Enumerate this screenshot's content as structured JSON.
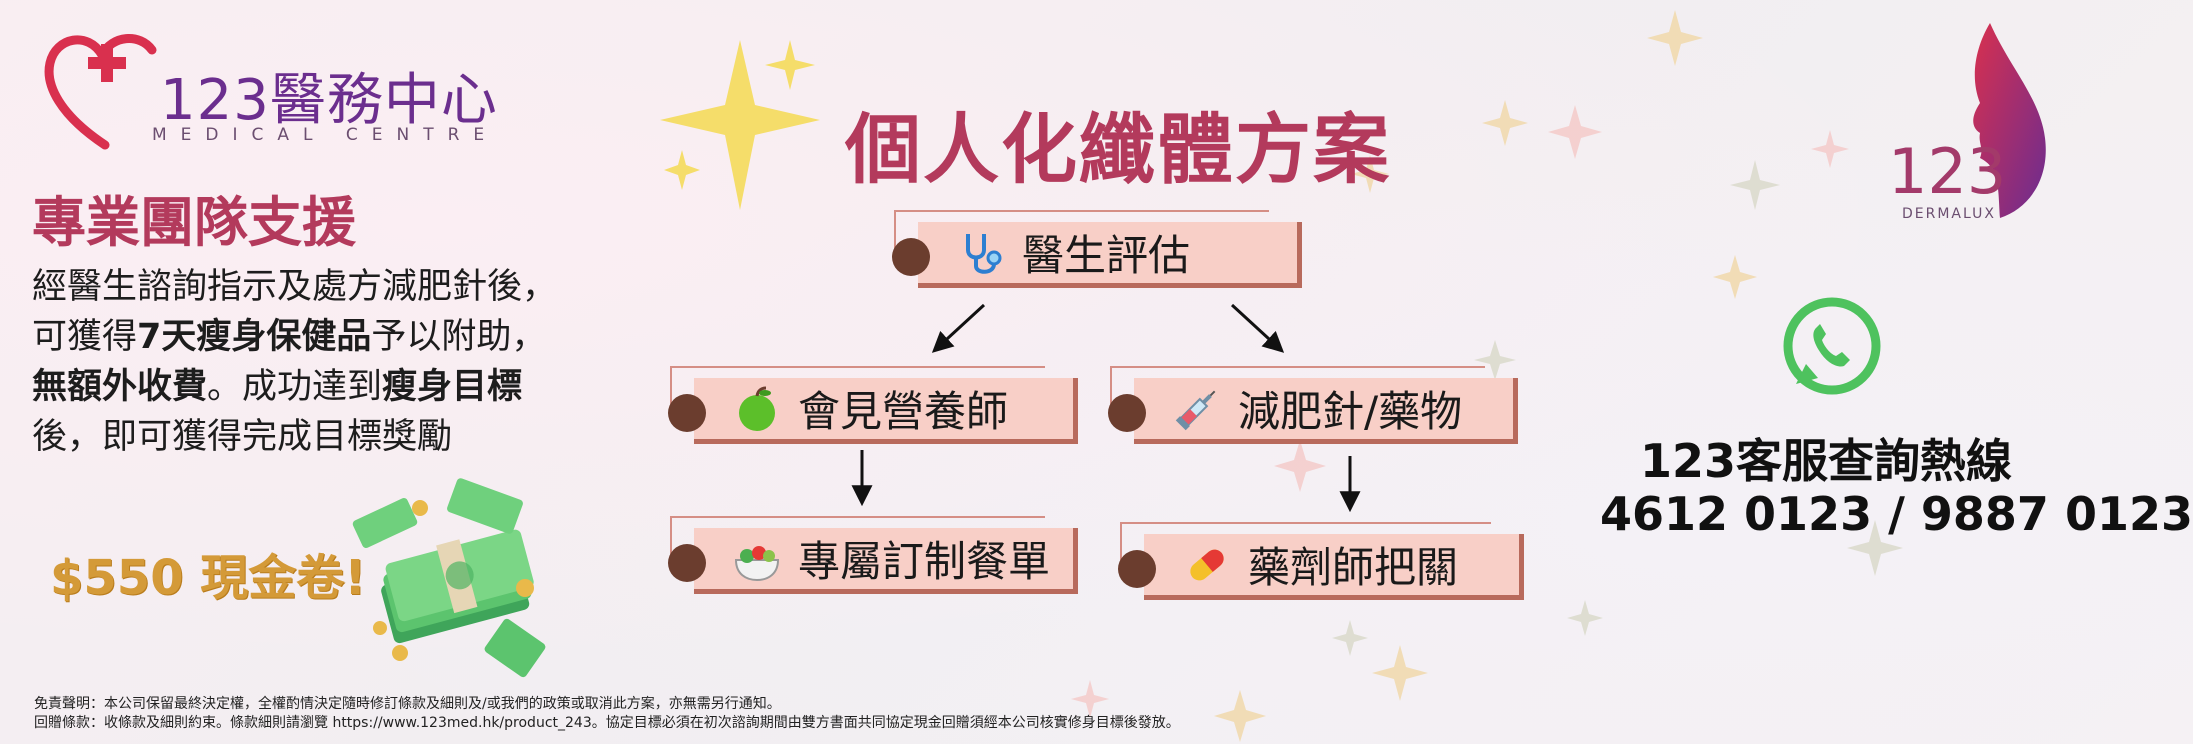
{
  "brand": {
    "name": "123醫務中心",
    "sub": "MEDICAL CENTRE",
    "right_logo_num": "123",
    "right_logo_sub": "DERMALUX"
  },
  "left": {
    "team_title": "專業團隊支援",
    "desc_line1": "經醫生諮詢指示及處方減肥針後，",
    "desc_line2_a": "可獲得",
    "desc_line2_b": "7天瘦身保健品",
    "desc_line2_c": "予以附助，",
    "desc_line3_a": "無額外收費",
    "desc_line3_b": "。成功達到",
    "desc_line3_c": "瘦身目標",
    "desc_line4": "後，即可獲得完成目標獎勵",
    "cash": "$550 現金卷!"
  },
  "main": {
    "title": "個人化纖體方案",
    "steps": [
      {
        "label": "醫生評估",
        "icon": "stethoscope-icon"
      },
      {
        "label": "會見營養師",
        "icon": "apple-icon"
      },
      {
        "label": "減肥針/藥物",
        "icon": "syringe-icon"
      },
      {
        "label": "專屬訂制餐單",
        "icon": "salad-icon"
      },
      {
        "label": "藥劑師把關",
        "icon": "pill-icon"
      }
    ]
  },
  "hotline": {
    "title": "123客服查詢熱線",
    "numbers": "4612 0123 / 9887 0123"
  },
  "disclaimer": {
    "line1": "免責聲明：本公司保留最終決定權，全權酌情決定隨時修訂條款及細則及/或我們的政策或取消此方案，亦無需另行通知。",
    "line2": "回贈條款：收條款及細則約束。條款細則請瀏覽 https://www.123med.hk/product_243。協定目標必須在初次諮詢期間由雙方書面共同協定現金回贈須經本公司核實修身目標後發放。"
  },
  "colors": {
    "accent": "#b33a5c",
    "box": "#f8cfc7",
    "dot": "#6b3d2e",
    "gold": "#d49a38",
    "whatsapp": "#4ec25e"
  }
}
